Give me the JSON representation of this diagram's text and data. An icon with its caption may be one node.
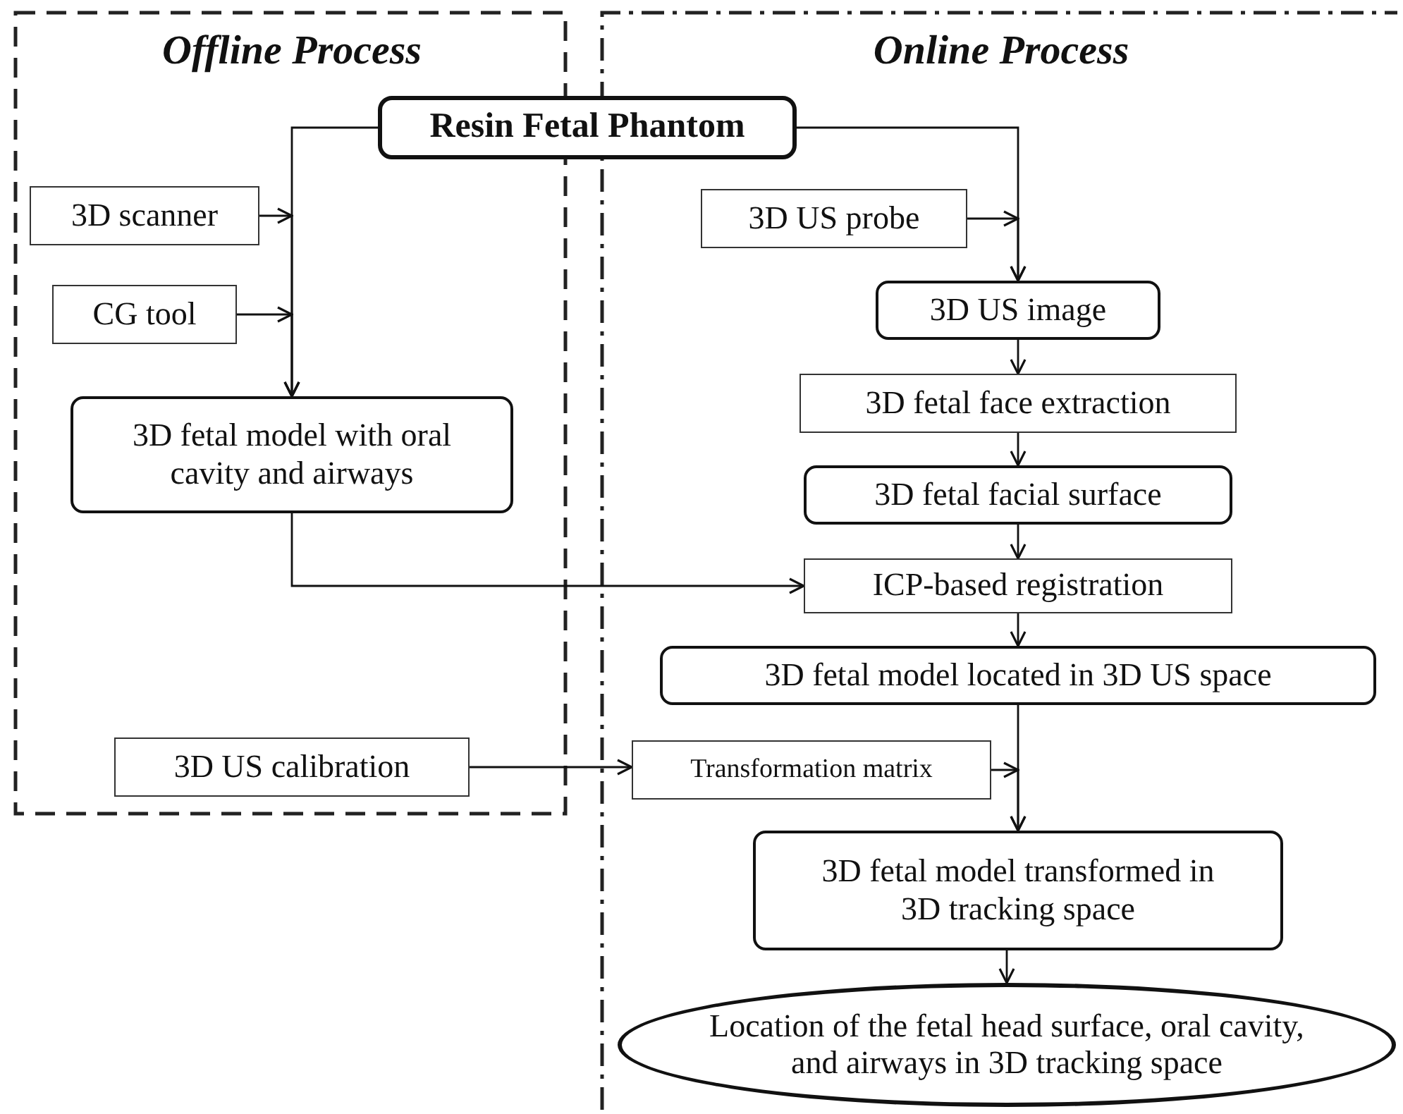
{
  "diagram": {
    "nodes": [
      {
        "text": [
          "Offline Process"
        ]
      },
      {
        "text": [
          "Online Process"
        ]
      },
      {
        "text": [
          "Resin Fetal Phantom"
        ]
      },
      {
        "text": [
          "3D scanner"
        ],
        "in": 0
      },
      {
        "text": [
          "CG tool"
        ],
        "in": 0
      },
      {
        "text": [
          "3D fetal model with oral cavity and airways"
        ],
        "in": 0
      },
      {
        "text": [
          "3D US probe"
        ],
        "in": 1
      },
      {
        "text": [
          "3D US image"
        ],
        "in": 1
      },
      {
        "text": [
          "3D fetal face extraction"
        ],
        "in": 1
      },
      {
        "text": [
          "3D fetal facial surface"
        ],
        "in": 1
      },
      {
        "text": [
          "ICP-based registration"
        ],
        "in": 1
      },
      {
        "text": [
          "3D fetal model located in 3D US space"
        ],
        "in": 1
      },
      {
        "text": [
          "3D US calibration"
        ],
        "in": 0
      },
      {
        "text": [
          "Transformation matrix"
        ],
        "in": 1
      },
      {
        "text": [
          "3D fetal model transformed in 3D tracking space"
        ],
        "in": 1
      },
      {
        "text": [
          "Location of the fetal head surface, oral cavity, and airways in 3D tracking space"
        ],
        "in": 1
      }
    ],
    "edges": [
      {
        "from": 2,
        "to": 5,
        "arrow": "to"
      },
      {
        "from": 3,
        "to": 5,
        "arrow": "to"
      },
      {
        "from": 4,
        "to": 5,
        "arrow": "to"
      },
      {
        "from": 2,
        "to": 7,
        "arrow": "to"
      },
      {
        "from": 6,
        "to": 7,
        "arrow": "to"
      },
      {
        "from": 7,
        "to": 8,
        "arrow": "to"
      },
      {
        "from": 8,
        "to": 9,
        "arrow": "to"
      },
      {
        "from": 9,
        "to": 10,
        "arrow": "to"
      },
      {
        "from": 5,
        "to": 10,
        "arrow": "to"
      },
      {
        "from": 10,
        "to": 11,
        "arrow": "to"
      },
      {
        "from": 11,
        "to": 14,
        "arrow": "to"
      },
      {
        "from": 12,
        "to": 13,
        "arrow": "to"
      },
      {
        "from": 13,
        "to": 14,
        "arrow": "to"
      },
      {
        "from": 14,
        "to": 15,
        "arrow": "to"
      }
    ]
  }
}
